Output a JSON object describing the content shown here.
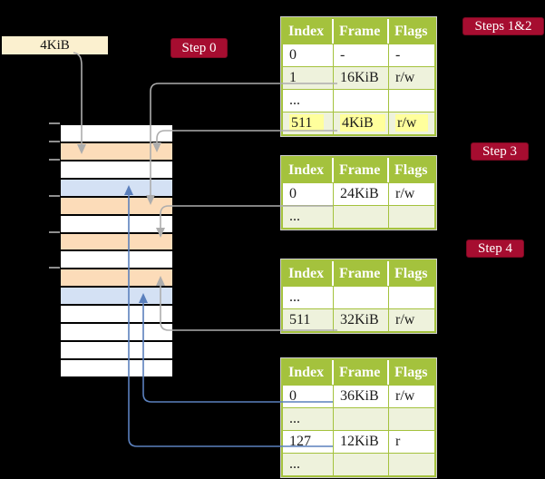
{
  "colors": {
    "background": "#000000",
    "row_white": "#ffffff",
    "row_orange": "#fcdcb9",
    "row_blue": "#d4e1f4",
    "pointer_box_bg": "#fbf0cf",
    "table_green": "#a4c23d",
    "table_alt_row": "#eef2dc",
    "highlight_yellow": "#ffff9c",
    "badge_red": "#a60d30",
    "badge_text": "#ffffff",
    "arrow_gray": "#adadad",
    "arrow_blue": "#5b80bd",
    "tick_gray": "#8f8f8f",
    "cell_text": "#1b1b1b"
  },
  "pointer_box": {
    "label": "4KiB"
  },
  "badges": {
    "step0": "Step 0",
    "steps_1_2": "Steps 1&2",
    "step3": "Step 3",
    "step4": "Step 4"
  },
  "table_headers": [
    "Index",
    "Frame",
    "Flags"
  ],
  "tables": [
    {
      "rows": [
        {
          "index": "0",
          "frame": "-",
          "flags": "-"
        },
        {
          "index": "1",
          "frame": "16KiB",
          "flags": "r/w"
        },
        {
          "index": "...",
          "frame": "",
          "flags": ""
        },
        {
          "index": "511",
          "frame": "4KiB",
          "flags": "r/w",
          "highlight": true
        }
      ]
    },
    {
      "rows": [
        {
          "index": "0",
          "frame": "24KiB",
          "flags": "r/w"
        },
        {
          "index": "...",
          "frame": "",
          "flags": ""
        }
      ]
    },
    {
      "rows": [
        {
          "index": "...",
          "frame": "",
          "flags": ""
        },
        {
          "index": "511",
          "frame": "32KiB",
          "flags": "r/w"
        }
      ]
    },
    {
      "rows": [
        {
          "index": "0",
          "frame": "36KiB",
          "flags": "r/w"
        },
        {
          "index": "...",
          "frame": "",
          "flags": ""
        },
        {
          "index": "127",
          "frame": "12KiB",
          "flags": "r"
        },
        {
          "index": "...",
          "frame": "",
          "flags": ""
        }
      ]
    }
  ],
  "memory": {
    "rows": [
      "white",
      "orange",
      "white",
      "blue",
      "orange",
      "white",
      "orange",
      "white",
      "orange",
      "blue",
      "white",
      "white",
      "white",
      "white"
    ]
  }
}
